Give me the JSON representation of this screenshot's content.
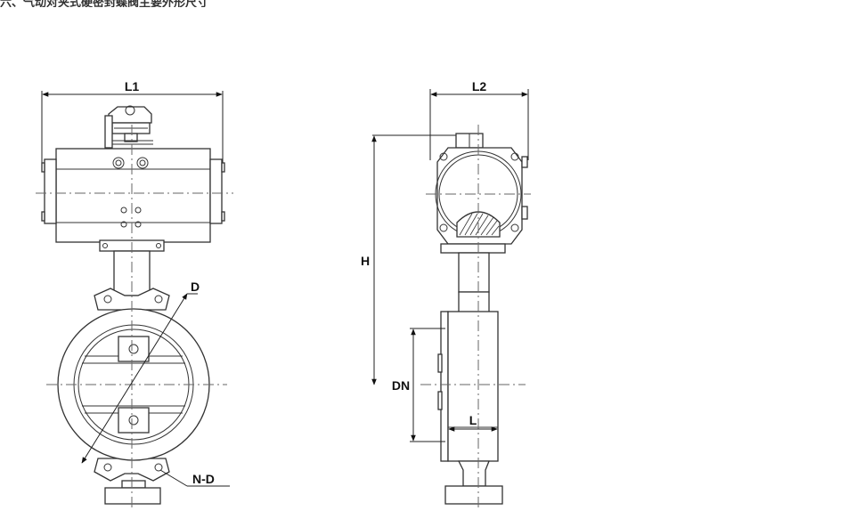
{
  "header": {
    "title": "六、气动对夹式硬密封蝶阀主要外形尺寸"
  },
  "front_view": {
    "dims": {
      "width": "L1",
      "diameter": "D",
      "bolt_holes": "N-D"
    }
  },
  "side_view": {
    "dims": {
      "height": "H",
      "width_top": "L2",
      "nominal": "DN",
      "face_length": "L"
    }
  }
}
